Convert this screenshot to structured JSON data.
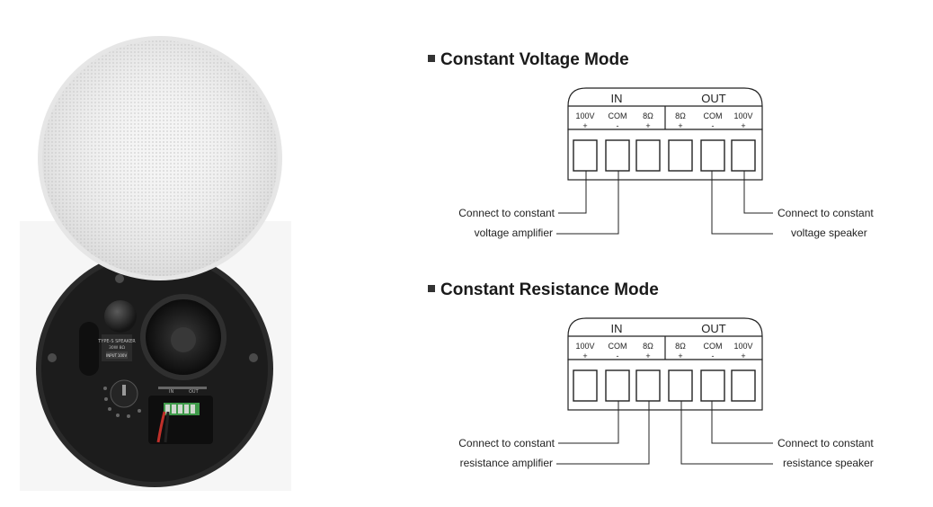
{
  "photo": {
    "speaker_label_line1": "TYPE-S SPEAKER",
    "speaker_label_line2": "30W  8Ω",
    "input_label": "INPUT",
    "input_value": "100V",
    "terminal_in": "IN",
    "terminal_out": "OUT"
  },
  "diagrams": [
    {
      "title": "Constant Voltage Mode",
      "in_label": "IN",
      "out_label": "OUT",
      "terminals": [
        {
          "name": "100V",
          "sign": "+"
        },
        {
          "name": "COM",
          "sign": "-"
        },
        {
          "name": "8Ω",
          "sign": "+"
        },
        {
          "name": "8Ω",
          "sign": "+"
        },
        {
          "name": "COM",
          "sign": "-"
        },
        {
          "name": "100V",
          "sign": "+"
        }
      ],
      "left_label_line1": "Connect to constant",
      "left_label_line2": "voltage amplifier",
      "right_label_line1": "Connect to constant",
      "right_label_line2": "voltage speaker"
    },
    {
      "title": "Constant Resistance Mode",
      "in_label": "IN",
      "out_label": "OUT",
      "terminals": [
        {
          "name": "100V",
          "sign": "+"
        },
        {
          "name": "COM",
          "sign": "-"
        },
        {
          "name": "8Ω",
          "sign": "+"
        },
        {
          "name": "8Ω",
          "sign": "+"
        },
        {
          "name": "COM",
          "sign": "-"
        },
        {
          "name": "100V",
          "sign": "+"
        }
      ],
      "left_label_line1": "Connect to constant",
      "left_label_line2": "resistance amplifier",
      "right_label_line1": "Connect to constant",
      "right_label_line2": "resistance speaker"
    }
  ]
}
